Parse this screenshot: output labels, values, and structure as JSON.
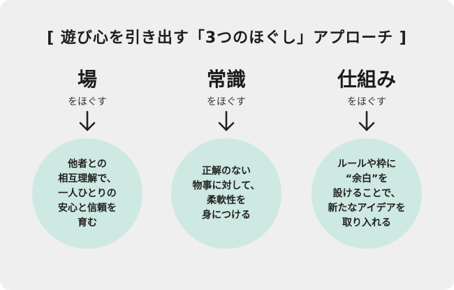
{
  "title": "[ 遊び心を引き出す「3つのほぐし」アプローチ ]",
  "columns": [
    {
      "heading": "場",
      "subheading": "をほぐす",
      "lines": [
        "他者との",
        "相互理解で、",
        "一人ひとりの",
        "安心と信頼を",
        "育む"
      ]
    },
    {
      "heading": "常識",
      "subheading": "をほぐす",
      "lines": [
        "正解のない",
        "物事に対して、",
        "柔軟性を",
        "身につける"
      ]
    },
    {
      "heading": "仕組み",
      "subheading": "をほぐす",
      "lines": [
        "ルールや枠に",
        "“余白”を",
        "設けることで、",
        "新たなアイデアを",
        "取り入れる"
      ]
    }
  ],
  "colors": {
    "background": "#efefef",
    "circle": "#cde9e2",
    "arrow": "#222222"
  },
  "icons": {
    "arrow": "arrow-down-icon"
  }
}
